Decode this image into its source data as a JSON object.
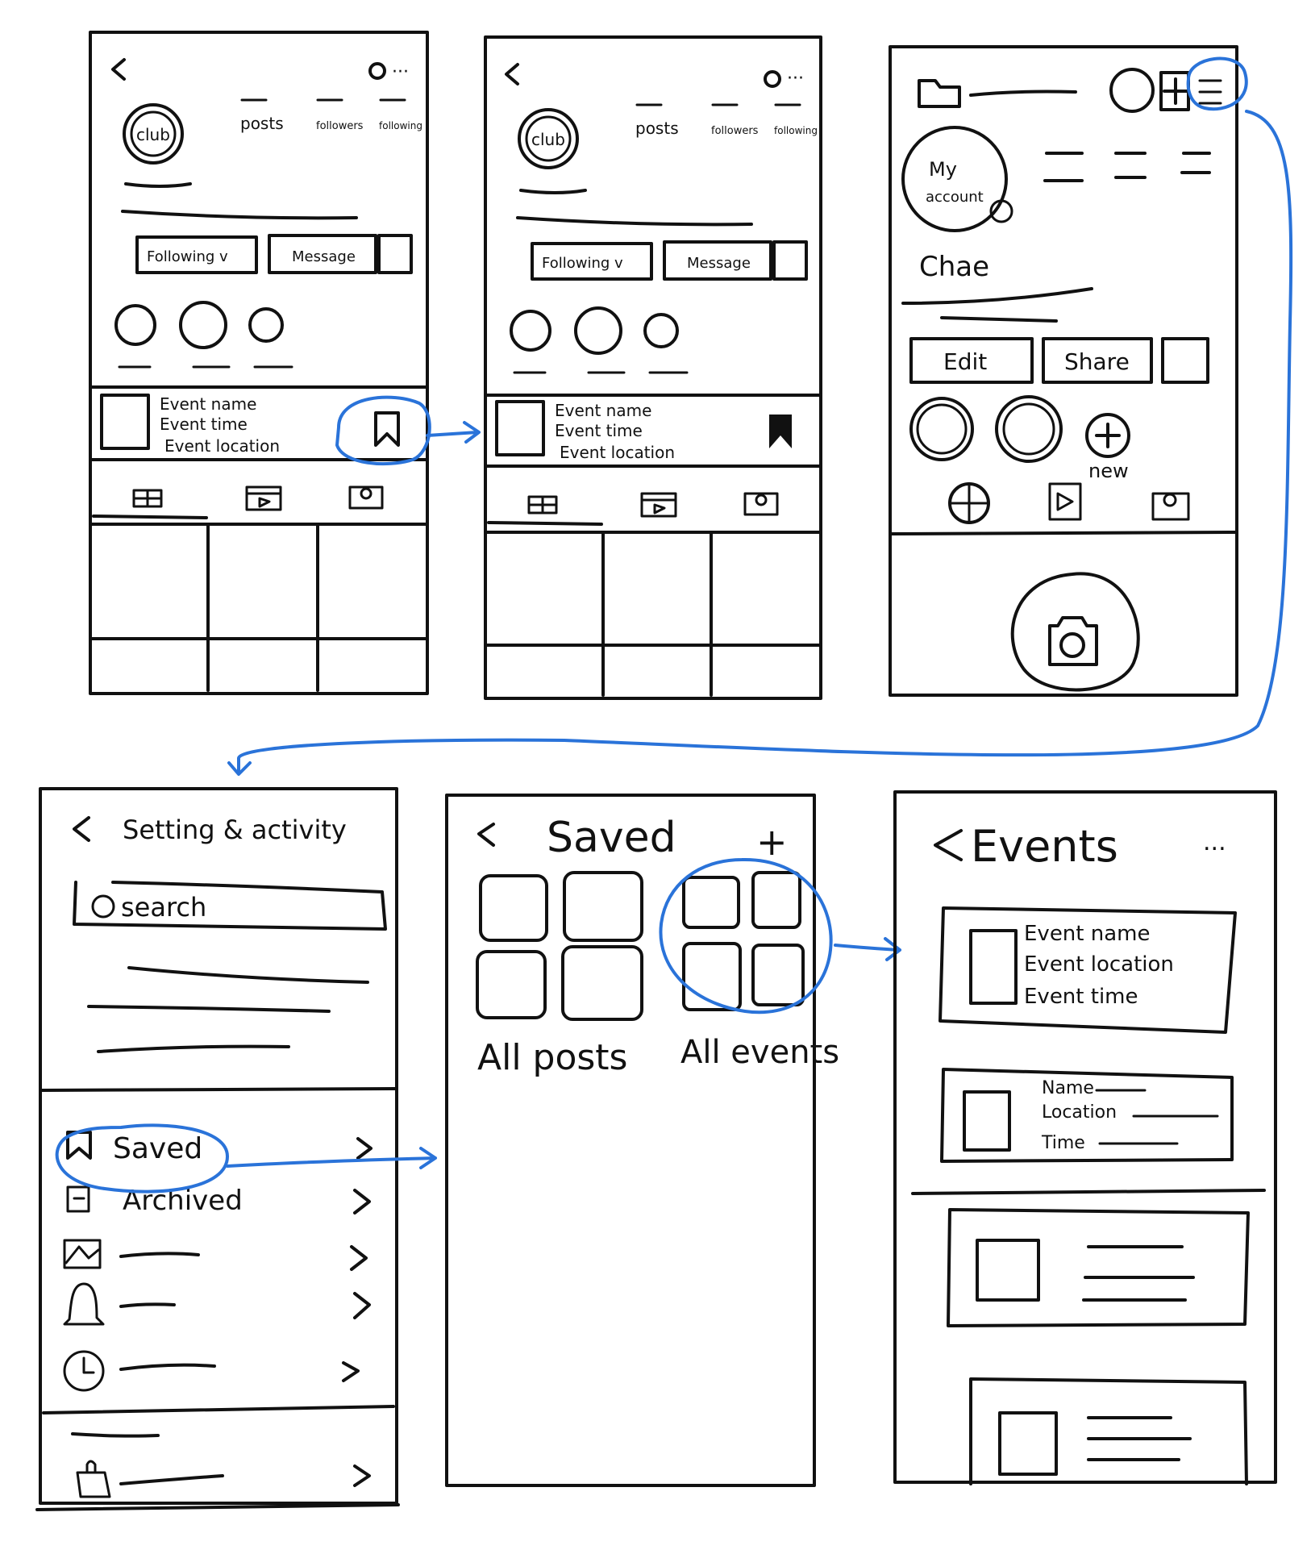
{
  "screen_profile_club": {
    "avatar_label": "club",
    "stats": [
      "posts",
      "followers",
      "following"
    ],
    "buttons": {
      "follow": "Following v",
      "message": "Message"
    },
    "event": {
      "name": "Event name",
      "time": "Event time",
      "location": "Event location"
    }
  },
  "screen_profile_club_saved": {
    "avatar_label": "club",
    "stats": [
      "posts",
      "followers",
      "following"
    ],
    "buttons": {
      "follow": "Following v",
      "message": "Message"
    },
    "event": {
      "name": "Event name",
      "time": "Event time",
      "location": "Event location"
    }
  },
  "screen_my_account": {
    "avatar_label_1": "My",
    "avatar_label_2": "account",
    "name": "Chae",
    "buttons": {
      "edit": "Edit",
      "share": "Share"
    },
    "highlight_new": "new"
  },
  "screen_settings": {
    "title": "Setting & activity",
    "search_placeholder": "search",
    "menu": {
      "saved": "Saved",
      "archived": "Archived"
    }
  },
  "screen_saved": {
    "title": "Saved",
    "add": "+",
    "collections": [
      "All posts",
      "All events"
    ]
  },
  "screen_events": {
    "title": "Events",
    "more": "...",
    "card1": {
      "name": "Event name",
      "location": "Event location",
      "time": "Event time"
    },
    "card2": {
      "name": "Name",
      "location": "Location",
      "time": "Time"
    }
  },
  "colors": {
    "ink": "#111111",
    "annotation": "#2a73d9",
    "paper": "#ffffff"
  }
}
